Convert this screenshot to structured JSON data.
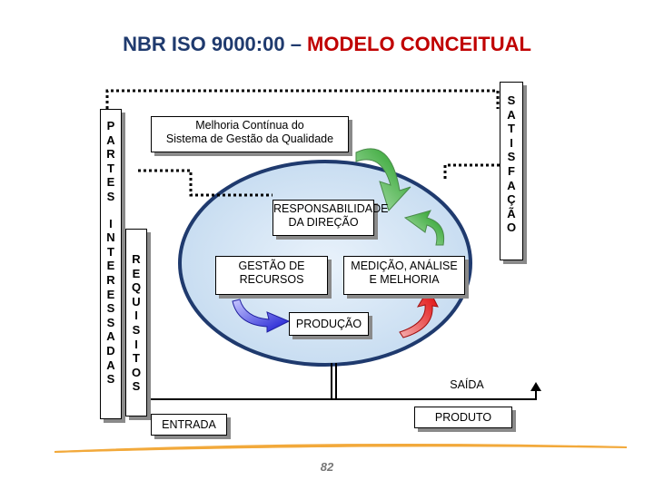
{
  "title": {
    "part1": "NBR ISO 9000:00 – ",
    "part2": "MODELO CONCEITUAL"
  },
  "left_box_top": [
    "P",
    "A",
    "R",
    "T",
    "E",
    "S"
  ],
  "left_box_bottom": [
    "I",
    "N",
    "T",
    "E",
    "R",
    "E",
    "S",
    "S",
    "A",
    "D",
    "A",
    "S"
  ],
  "requisitos_box": [
    "R",
    "E",
    "Q",
    "U",
    "I",
    "S",
    "I",
    "T",
    "O",
    "S"
  ],
  "satisfacao_box": [
    "S",
    "A",
    "T",
    "I",
    "S",
    "F",
    "A",
    "Ç",
    "Ã",
    "O"
  ],
  "improvement_box": {
    "line1": "Melhoria Contínua do",
    "line2": "Sistema de Gestão da Qualidade"
  },
  "responsabilidade": {
    "line1": "RESPONSABILIDADE",
    "line2": "DA DIREÇÃO"
  },
  "gestao": {
    "line1": "GESTÃO DE",
    "line2": "RECURSOS"
  },
  "medicao": {
    "line1": "MEDIÇÃO, ANÁLISE",
    "line2": "E MELHORIA"
  },
  "producao": "PRODUÇÃO",
  "saida": "SAÍDA",
  "produto": "PRODUTO",
  "entrada": "ENTRADA",
  "page_number": "82",
  "colors": {
    "title_blue": "#1f3a6e",
    "title_red": "#c00000",
    "ellipse_fill": "#d6e6f5",
    "ellipse_stroke": "#1f3a6e",
    "arrow_blue": "#2a2ad8",
    "arrow_red": "#e21010",
    "arrow_green": "#1aa01a",
    "footer_orange": "#f2a93b"
  }
}
